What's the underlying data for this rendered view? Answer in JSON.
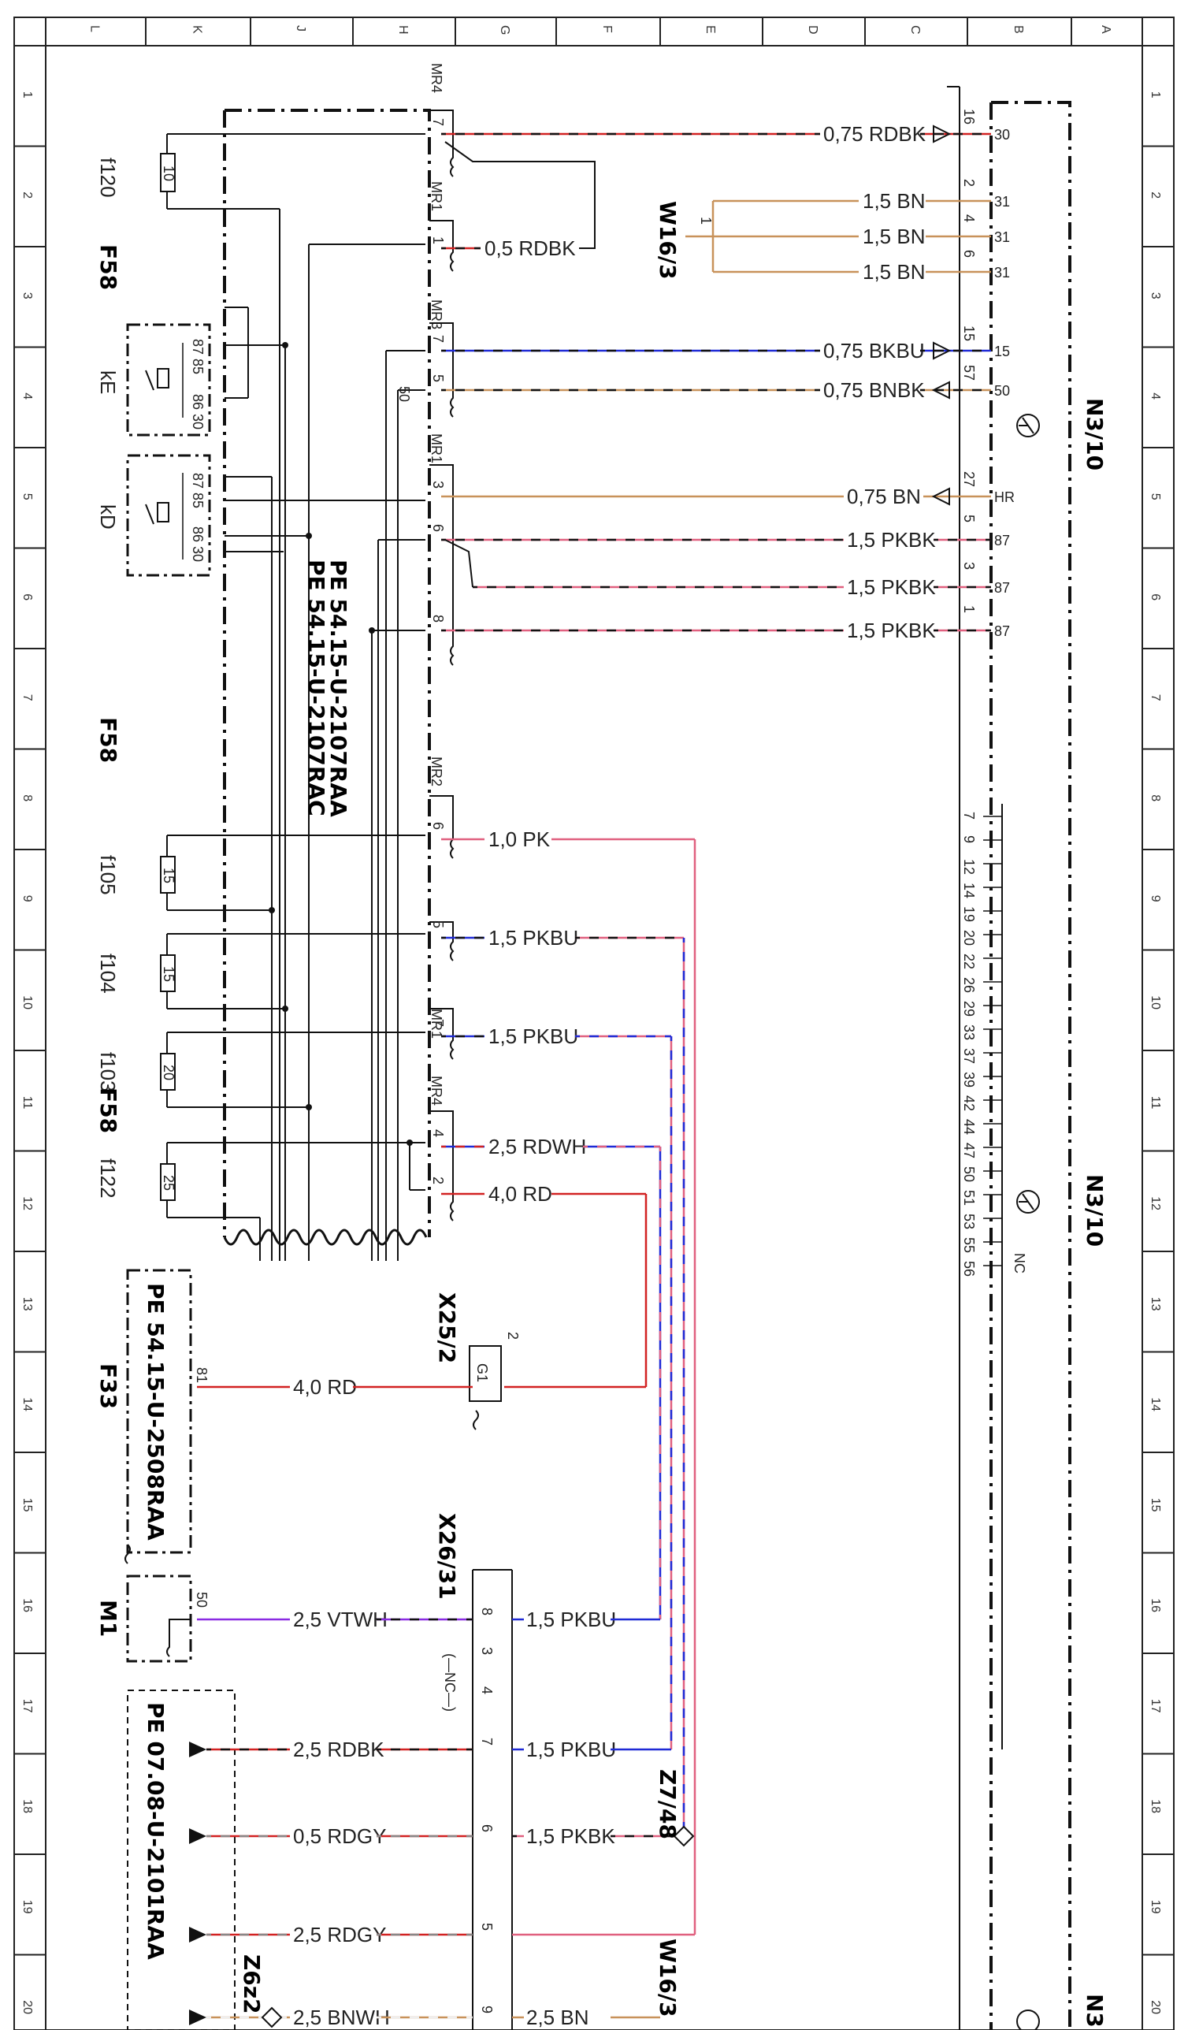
{
  "grid": {
    "columns": [
      "L",
      "K",
      "J",
      "H",
      "G",
      "F",
      "E",
      "D",
      "C",
      "B",
      "A"
    ],
    "rows": [
      "1",
      "2",
      "3",
      "4",
      "5",
      "6",
      "7",
      "8",
      "9",
      "10",
      "11",
      "12",
      "13",
      "14",
      "15",
      "16",
      "17",
      "18",
      "19",
      "20"
    ]
  },
  "components": {
    "n310_top": "N3/10",
    "n310_mid": "N3/10",
    "n310_bot": "N3",
    "w163_top": "W16/3",
    "w163_bot": "W16/3",
    "f58_a": "F58",
    "f58_b": "F58",
    "f58_c": "F58",
    "f33": "F33",
    "m1": "M1",
    "x252": "X25/2",
    "x2631": "X26/31",
    "z748": "Z7/48",
    "z6z2": "Z6z2",
    "ke": "kE",
    "kd": "kD",
    "g1": "G1",
    "nc_x26": "(—NC—)",
    "nc_bus": "NC"
  },
  "fuses": [
    {
      "name": "f120",
      "rating": "10"
    },
    {
      "name": "f105",
      "rating": "15"
    },
    {
      "name": "f104",
      "rating": "15"
    },
    {
      "name": "f103",
      "rating": "20"
    },
    {
      "name": "f122",
      "rating": "25"
    }
  ],
  "refs": {
    "pe_2107raa": "PE 54.15-U-2107RAA",
    "pe_2107rac": "PE 54.15-U-2107RAC",
    "pe_2508raa": "PE 54.15-U-2508RAA",
    "pe_2101raa": "PE 07.08-U-2101RAA"
  },
  "relay_pins": {
    "ke_top": "87 85",
    "ke_bot": "86 30",
    "kd_top": "87 85",
    "kd_bot": "86 30"
  },
  "connectors": {
    "mr4_a": "MR4",
    "mr1_a": "MR1",
    "mr3": "MR3",
    "mr1_b": "MR1",
    "mr2": "MR2",
    "mr1_c": "MR1",
    "mr4_b": "MR4"
  },
  "wires_top": [
    {
      "pin_left": "7",
      "label": "0,75 RDBK",
      "pin_right": "16",
      "term": "30",
      "color": "#d22222",
      "stripe": "#111111"
    },
    {
      "pin_left": "1",
      "label": "0,5 RDBK",
      "pin_right": "",
      "term": "",
      "color": "#d22222",
      "stripe": "#111111"
    },
    {
      "pin_left": "7",
      "label": "0,75 BKBU",
      "pin_right": "15",
      "term": "15",
      "color": "#1f2ad6",
      "stripe": "#111111"
    },
    {
      "pin_left": "5",
      "label": "0,75 BNBK",
      "pin_right": "57",
      "term": "50",
      "color": "#c8925a",
      "stripe": "#111111"
    },
    {
      "pin_left": "3",
      "label": "0,75 BN",
      "pin_right": "27",
      "term": "HR",
      "color": "#c8925a",
      "stripe": ""
    },
    {
      "pin_left": "6",
      "label": "1,5 PKBK",
      "pin_right": "5",
      "term": "87",
      "color": "#e0607f",
      "stripe": "#111111"
    },
    {
      "pin_left": "",
      "label": "1,5 PKBK",
      "pin_right": "3",
      "term": "87",
      "color": "#e0607f",
      "stripe": "#111111"
    },
    {
      "pin_left": "8",
      "label": "1,5 PKBK",
      "pin_right": "1",
      "term": "87",
      "color": "#e0607f",
      "stripe": "#111111"
    }
  ],
  "w163_wires": [
    {
      "label": "1,5 BN",
      "pin": "2",
      "term": "31"
    },
    {
      "label": "1,5 BN",
      "pin": "4",
      "term": "31"
    },
    {
      "label": "1,5 BN",
      "pin": "6",
      "term": "31"
    }
  ],
  "w163_pin": "1",
  "mr4a_pin_top": "7",
  "mr1a_pin": "1",
  "mr3_pins": [
    "7",
    "5"
  ],
  "mr3_side": "50",
  "mr1b_pins": [
    "3",
    "6",
    "8"
  ],
  "wires_mid": [
    {
      "pin": "6",
      "label": "1,0 PK"
    },
    {
      "pin": "5",
      "label": "1,5 PKBU"
    },
    {
      "pin": "7",
      "label": "1,5 PKBU"
    },
    {
      "pin": "4",
      "label": "2,5 RDWH"
    },
    {
      "pin": "2",
      "label": "4,0 RD"
    }
  ],
  "bus_pins": [
    "7",
    "9",
    "12",
    "14",
    "19",
    "20",
    "22",
    "26",
    "29",
    "33",
    "37",
    "39",
    "42",
    "44",
    "47",
    "50",
    "51",
    "53",
    "55",
    "56"
  ],
  "lower": {
    "f33_pin": "81",
    "f33_wire": "4,0 RD",
    "x252_pin": "2",
    "m1_pin": "50",
    "m1_wire": "2,5 VTWH",
    "x26_left": [
      "2,5 RDBK",
      "0,5 RDGY",
      "2,5 RDGY",
      "2,5 BNWH"
    ],
    "x26_right": [
      "1,5 PKBU",
      "1,5 PKBU",
      "1,5 PKBK",
      "2,5 BN"
    ],
    "x26_pins": [
      "8",
      "3",
      "4",
      "7",
      "6",
      "5",
      "9"
    ]
  }
}
